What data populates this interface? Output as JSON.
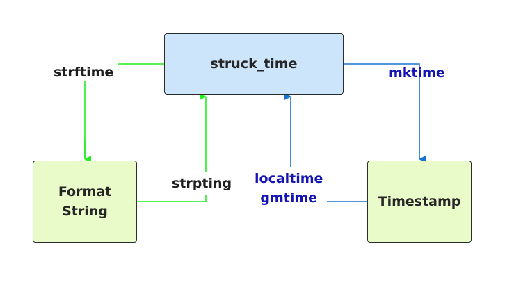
{
  "nodes": {
    "struct_time": "struck_time",
    "format_string_line1": "Format",
    "format_string_line2": "String",
    "timestamp": "Timestamp"
  },
  "edges": {
    "strftime": "strftime",
    "strpting": "strpting",
    "mktime": "mktime",
    "localtime": "localtime",
    "gmtime": "gmtime"
  },
  "colors": {
    "green_arrow": "#22ee22",
    "blue_arrow": "#1a73d0",
    "blue_label": "#1414b4",
    "struct_fill": "#cce5fb",
    "leaf_fill": "#e9fbc9"
  }
}
